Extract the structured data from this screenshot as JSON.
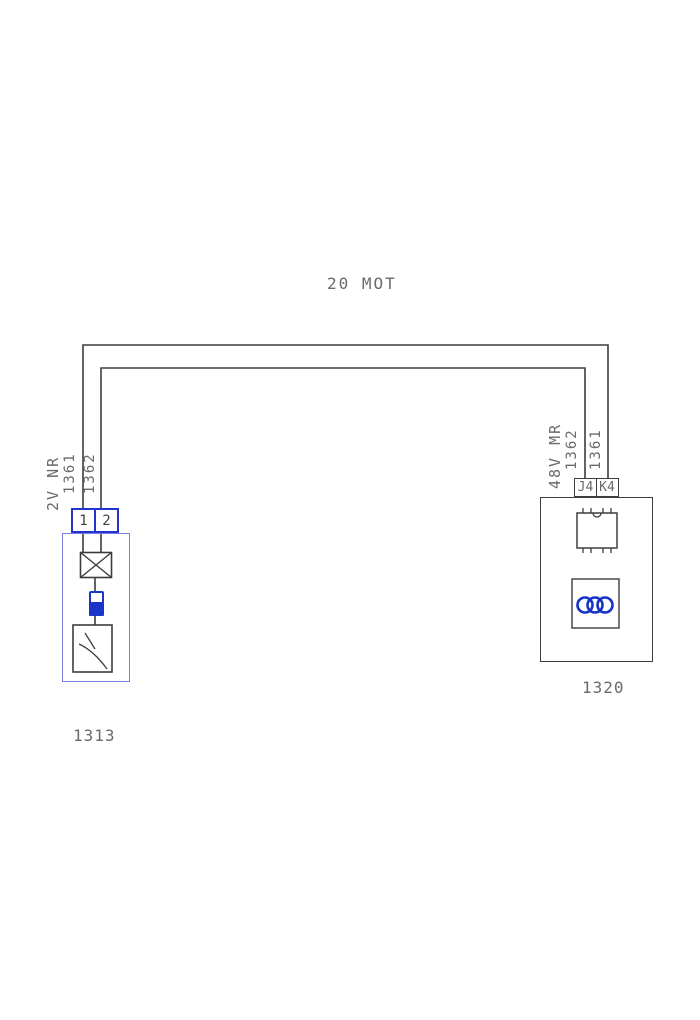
{
  "title": "20 MOT",
  "left": {
    "id": "1313",
    "pins": [
      "1",
      "2"
    ],
    "harness_label": "2V NR",
    "wire_labels": [
      "1361",
      "1362"
    ],
    "icons": [
      "lamp-icon",
      "led-indicator-icon",
      "gauge-icon"
    ]
  },
  "right": {
    "id": "1320",
    "pins": [
      "J4",
      "K4"
    ],
    "harness_label": "48V MR",
    "wire_labels": [
      "1362",
      "1361"
    ],
    "icons": [
      "ecu-chip-icon",
      "solenoid-coil-icon"
    ]
  },
  "colors": {
    "wire": "#3d3d3d",
    "text": "#6a6a6a",
    "connector_blue": "#2235cc",
    "component_blue": "#7d7de0",
    "coil_blue": "#1431c8",
    "outline_dark": "#3d3d3d",
    "background": "#ffffff"
  }
}
